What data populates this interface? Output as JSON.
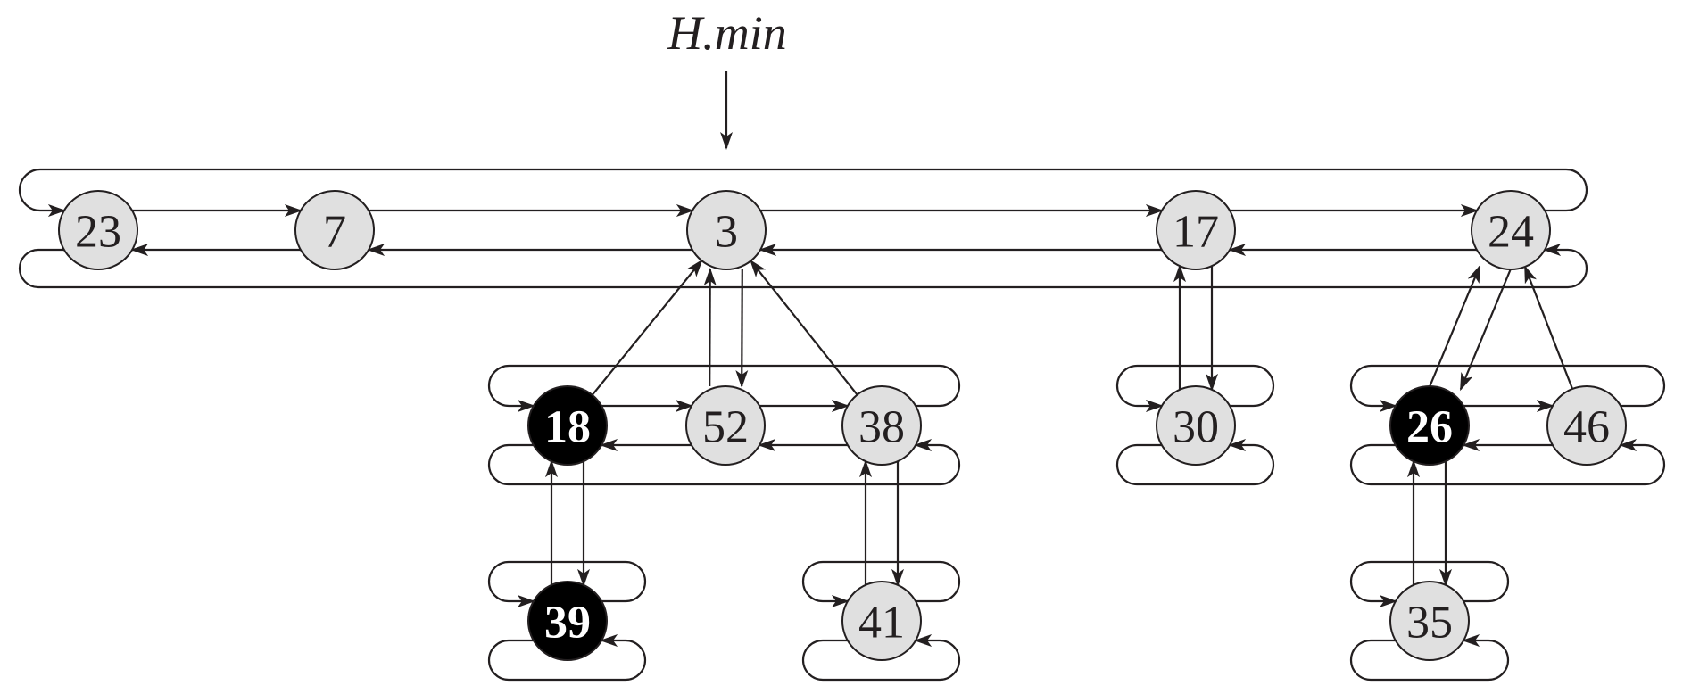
{
  "title": "H.min",
  "colors": {
    "node_fill": "#e0e0e0",
    "marked_fill": "#000000",
    "stroke": "#231f20",
    "text": "#231f20",
    "marked_text": "#ffffff"
  },
  "nodes": [
    {
      "id": "n23",
      "label": "23",
      "marked": false
    },
    {
      "id": "n7",
      "label": "7",
      "marked": false
    },
    {
      "id": "n3",
      "label": "3",
      "marked": false
    },
    {
      "id": "n17",
      "label": "17",
      "marked": false
    },
    {
      "id": "n24",
      "label": "24",
      "marked": false
    },
    {
      "id": "n18",
      "label": "18",
      "marked": true
    },
    {
      "id": "n52",
      "label": "52",
      "marked": false
    },
    {
      "id": "n38",
      "label": "38",
      "marked": false
    },
    {
      "id": "n30",
      "label": "30",
      "marked": false
    },
    {
      "id": "n26",
      "label": "26",
      "marked": true
    },
    {
      "id": "n46",
      "label": "46",
      "marked": false
    },
    {
      "id": "n39",
      "label": "39",
      "marked": true
    },
    {
      "id": "n41",
      "label": "41",
      "marked": false
    },
    {
      "id": "n35",
      "label": "35",
      "marked": false
    }
  ],
  "root_list": [
    "n23",
    "n7",
    "n3",
    "n17",
    "n24"
  ],
  "min": "n3",
  "children": {
    "n3": {
      "list": [
        "n18",
        "n52",
        "n38"
      ],
      "child": "n52"
    },
    "n17": {
      "list": [
        "n30"
      ],
      "child": "n30"
    },
    "n24": {
      "list": [
        "n26",
        "n46"
      ],
      "child": "n26"
    },
    "n18": {
      "list": [
        "n39"
      ],
      "child": "n39"
    },
    "n38": {
      "list": [
        "n41"
      ],
      "child": "n41"
    },
    "n26": {
      "list": [
        "n35"
      ],
      "child": "n35"
    }
  }
}
